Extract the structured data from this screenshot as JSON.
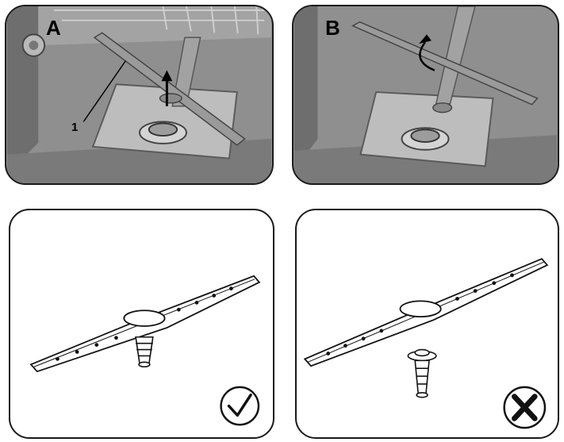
{
  "panels": {
    "a": {
      "label": "A",
      "callout": "1"
    },
    "b": {
      "label": "B"
    },
    "correct": {
      "mark": "check-mark-icon"
    },
    "incorrect": {
      "mark": "cross-mark-icon"
    }
  },
  "colors": {
    "panel_bg": "#8e8e8e",
    "tub_shadow": "#6f6f6f",
    "arm_fill": "#9a9a9a",
    "outline": "#1a1a1a"
  }
}
